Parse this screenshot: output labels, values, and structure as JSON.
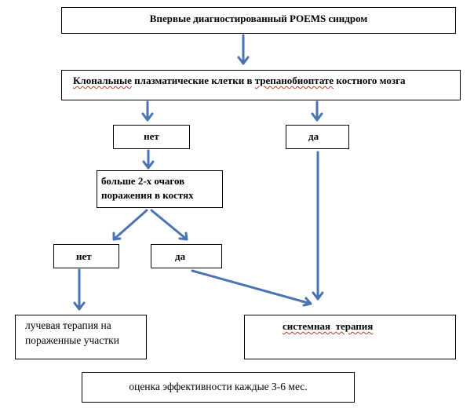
{
  "nodes": {
    "title": "Впервые диагностированный POEMS синдром",
    "clonal": {
      "part1": "Клональные",
      "part2": " плазматические клетки в ",
      "part3": "трепанобиоптате",
      "part4": " костного мозга"
    },
    "no_1": "нет",
    "yes_1": "да",
    "foci_line1": "больше 2-х очагов",
    "foci_line2": "поражения в костях",
    "no_2": "нет",
    "yes_2": "да",
    "radiation_line1": "лучевая терапия на",
    "radiation_line2": "пораженные участки",
    "systemic": "системная  терапия",
    "evaluation": "оценка эффективности каждые 3-6 мес."
  },
  "colors": {
    "arrow": "#4a73b1",
    "border": "#000000",
    "spellcheck_underline": "#c0392b"
  }
}
